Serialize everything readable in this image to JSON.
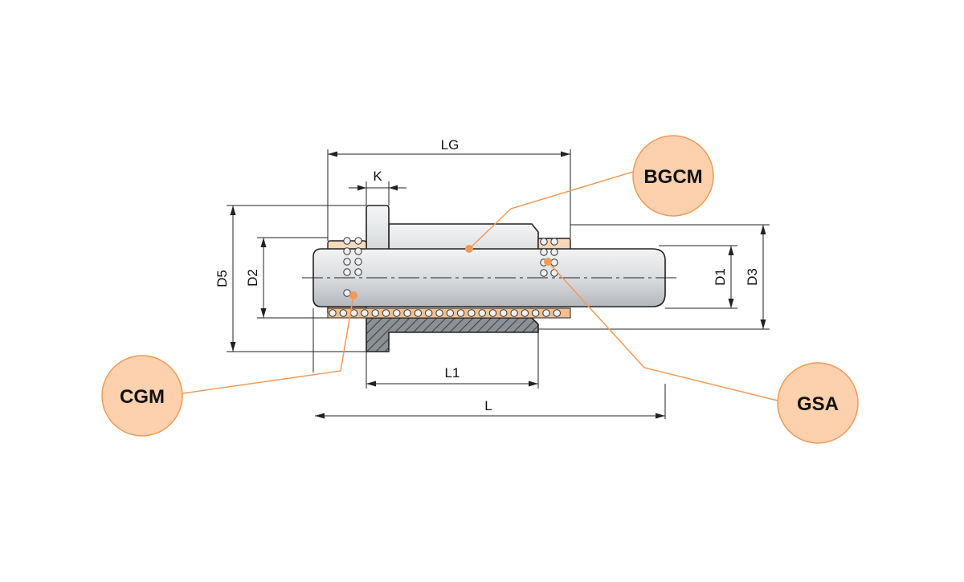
{
  "dimensions": {
    "lg": "LG",
    "k": "K",
    "d5": "D5",
    "d2": "D2",
    "d1": "D1",
    "d3": "D3",
    "l1": "L1",
    "l": "L"
  },
  "callouts": {
    "bgcm": "BGCM",
    "cgm": "CGM",
    "gsa": "GSA"
  },
  "colors": {
    "accent": "#f29a55",
    "bubble_fill": "#fdd0ae",
    "bronze": "#f2c79f",
    "steel": "#d8dcdf",
    "line": "#222222"
  }
}
